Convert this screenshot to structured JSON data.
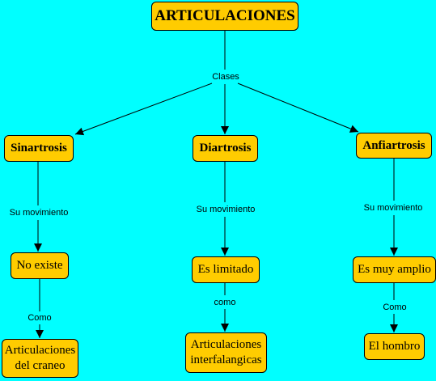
{
  "colors": {
    "background": "#00ffff",
    "node_fill": "#ffcc00",
    "line": "#000000"
  },
  "nodes": {
    "root": "ARTICULACIONES",
    "sinartrosis": "Sinartrosis",
    "diartrosis": "Diartrosis",
    "anfiartrosis": "Anfiartrosis",
    "no_existe": "No existe",
    "es_limitado": "Es limitado",
    "es_muy_amplio": "Es muy amplio",
    "articulaciones_craneo": "Articulaciones del craneo",
    "articulaciones_interfalangicas": "Articulaciones interfalangicas",
    "el_hombro": "El hombro"
  },
  "links": {
    "clases": "Clases",
    "su_movimiento_1": "Su movimiento",
    "su_movimiento_2": "Su movimiento",
    "su_movimiento_3": "Su movimiento",
    "como_1": "Como",
    "como_2": "como",
    "como_3": "Como"
  }
}
